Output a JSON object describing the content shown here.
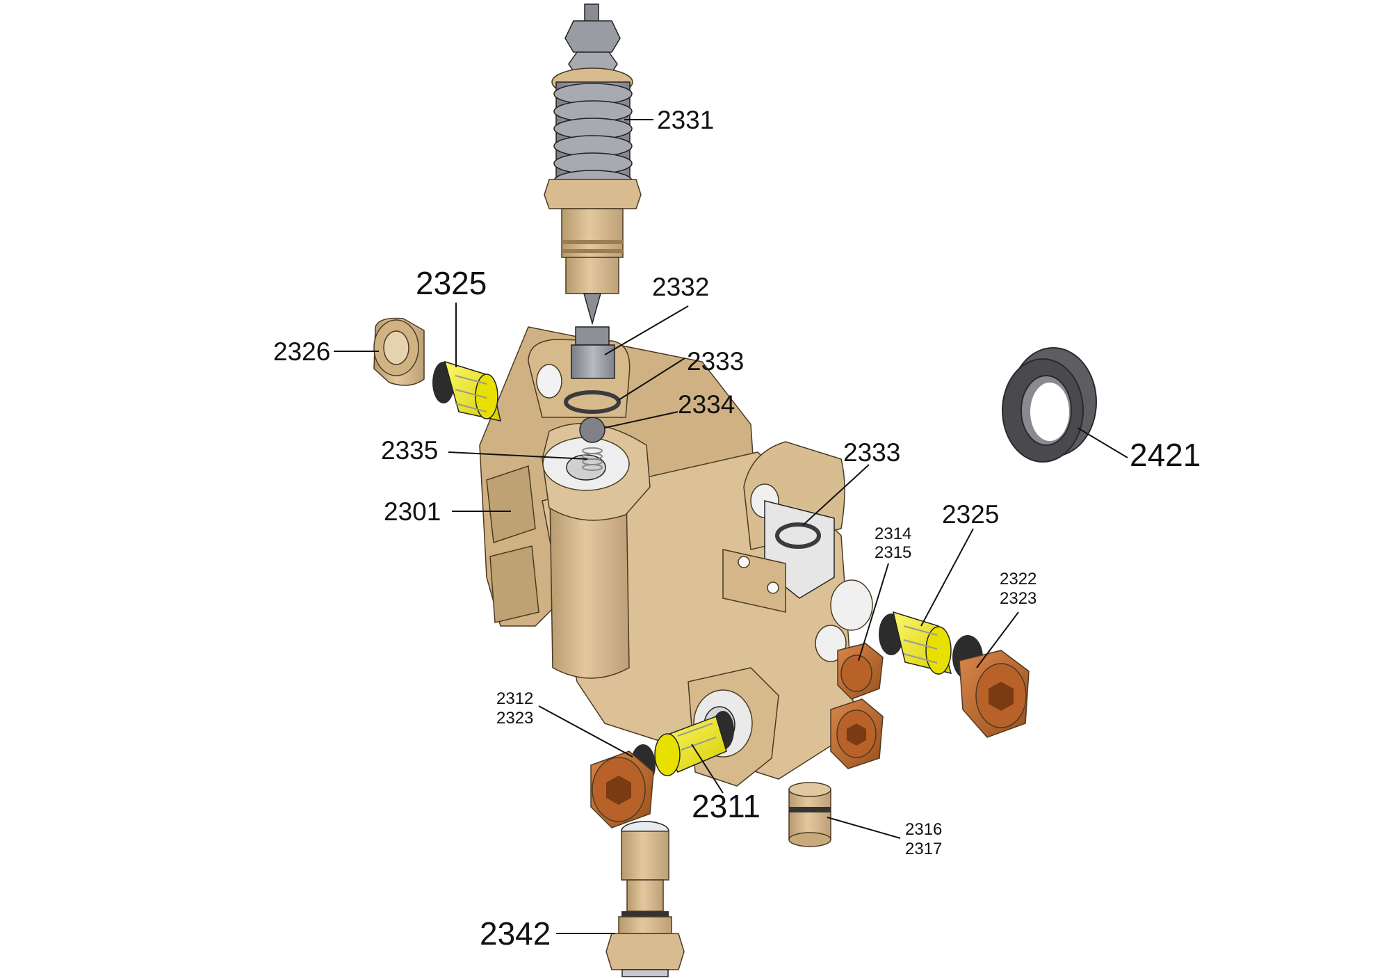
{
  "diagram": {
    "palette": {
      "body_tan": "#d8bb8f",
      "body_tan_shadow": "#b4966a",
      "spring_grey": "#9ea0a8",
      "spring_grey_dark": "#6c6e76",
      "valve_yellow": "#f4ee18",
      "plug_copper": "#c06a2e",
      "plug_copper_dark": "#8a4516",
      "ring_dark": "#3b3b3f",
      "face_white": "#eeeeee"
    },
    "labels": {
      "l2331": "2331",
      "l2325_top": "2325",
      "l2332": "2332",
      "l2326": "2326",
      "l2333_top": "2333",
      "l2334": "2334",
      "l2335": "2335",
      "l2333_right": "2333",
      "l2421": "2421",
      "l2301": "2301",
      "l2314": "2314",
      "l2315": "2315",
      "l2325_right": "2325",
      "l2322": "2322",
      "l2323_right": "2323",
      "l2312": "2312",
      "l2323_left": "2323",
      "l2311": "2311",
      "l2316": "2316",
      "l2317": "2317",
      "l2342": "2342"
    }
  }
}
